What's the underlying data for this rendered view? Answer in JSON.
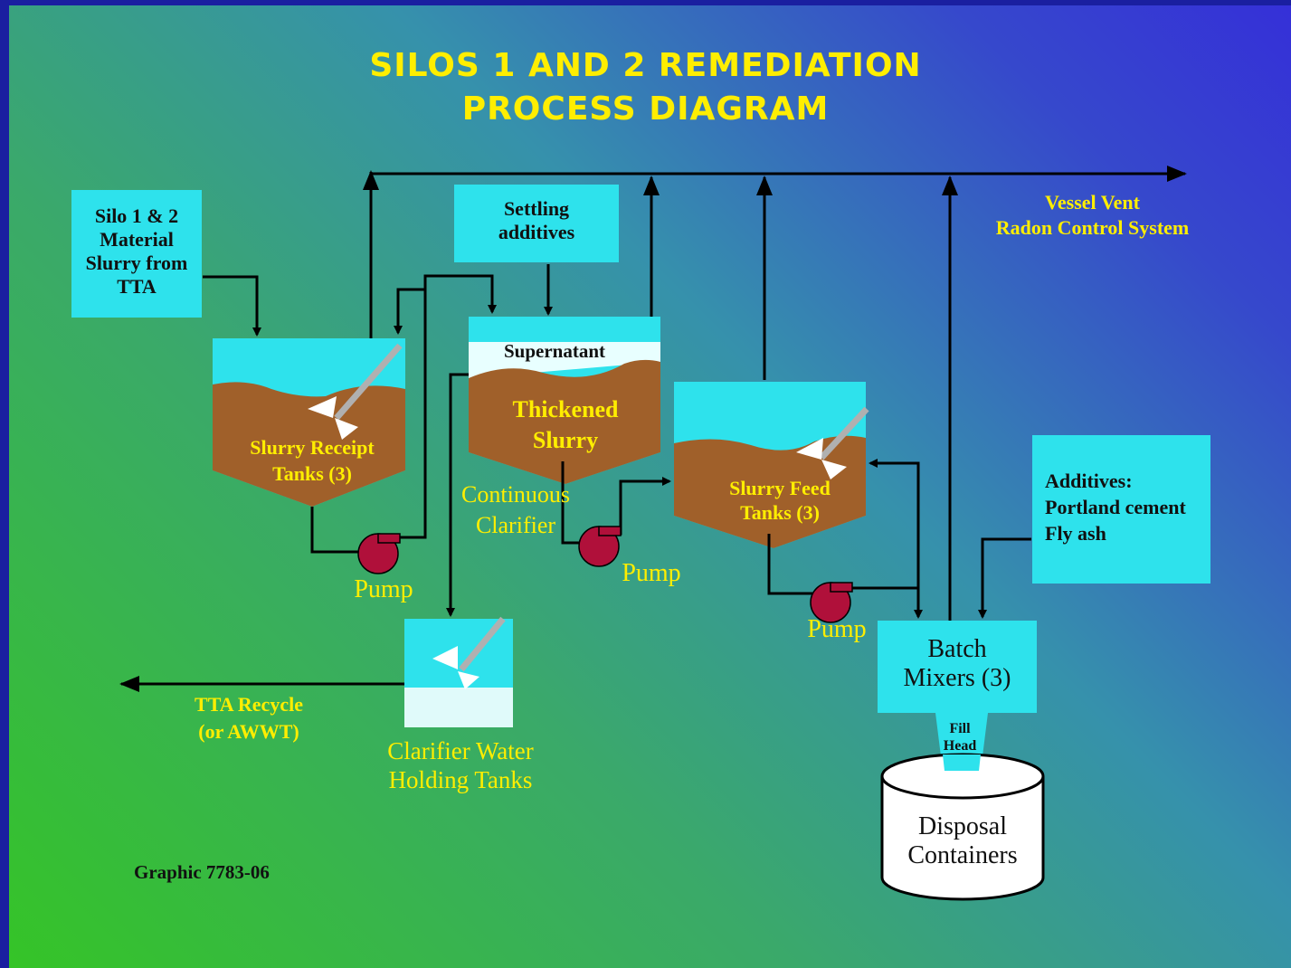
{
  "title": {
    "line1": "SILOS 1 AND 2 REMEDIATION",
    "line2": "PROCESS DIAGRAM"
  },
  "source_box": [
    "Silo 1 & 2",
    "Material",
    "Slurry from",
    "TTA"
  ],
  "settling_box": [
    "Settling",
    "additives"
  ],
  "additives_box": [
    "Additives:",
    "Portland cement",
    "Fly ash"
  ],
  "vent_label": [
    "Vessel Vent",
    "Radon Control System"
  ],
  "receipt_tanks": [
    "Slurry Receipt",
    "Tanks (3)"
  ],
  "clarifier": {
    "supernatant": "Supernatant",
    "thickened": [
      "Thickened",
      "Slurry"
    ],
    "caption": [
      "Continuous",
      "Clarifier"
    ]
  },
  "feed_tanks": [
    "Slurry Feed",
    "Tanks (3)"
  ],
  "pump_label": "Pump",
  "holding_tanks": [
    "Clarifier Water",
    "Holding Tanks"
  ],
  "recycle": [
    "TTA Recycle",
    "(or AWWT)"
  ],
  "batch_mixers": [
    "Batch",
    "Mixers (3)"
  ],
  "fill_head": [
    "Fill",
    "Head"
  ],
  "containers": [
    "Disposal",
    "Containers"
  ],
  "graphic_id": "Graphic 7783-06",
  "colors": {
    "tank_cyan": "#2ee2ec",
    "slurry_brown": "#a0602a",
    "pump_red": "#b0103a",
    "label_yellow": "#ffee00"
  }
}
